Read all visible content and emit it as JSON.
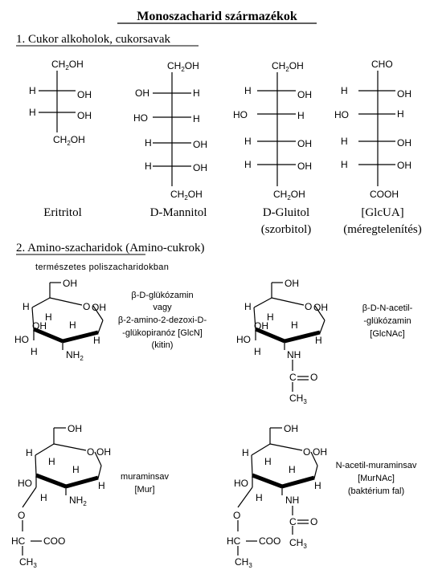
{
  "page_title": "Monoszacharid származékok",
  "section1": {
    "heading": "1. Cukor alkoholok, cukorsavak"
  },
  "section2": {
    "heading_underlined": "2. Amino-szacharidok",
    "heading_rest": " (Amino-cukrok)",
    "subtitle": "természetes poliszacharidokban"
  },
  "atoms": {
    "h": "H",
    "oh": "OH",
    "ho": "HO",
    "ch": "CH",
    "cho": "CHO",
    "cooh": "COOH",
    "sub2": "2",
    "sub3": "3",
    "nh": "NH",
    "o": "O",
    "c": "C",
    "coo": "COO",
    "hc": "HC"
  },
  "names": {
    "eritritol": "Eritritol",
    "mannitol": "D-Mannitol",
    "glucitol": "D-Gluitol",
    "glucitol2": "(szorbitol)",
    "glcua": "[GlcUA]",
    "glcua2": "(méregtelenítés)"
  },
  "captions": {
    "glcn": [
      "β-D-glükózamin",
      "vagy",
      "β-2-amino-2-dezoxi-D-",
      "-glükopiranóz [GlcN]",
      "(kitin)"
    ],
    "glcnac": [
      "β-D-N-acetil-",
      "-glükózamin",
      "[GlcNAc]"
    ],
    "mur": [
      "muraminsav",
      "[Mur]"
    ],
    "murnac": [
      "N-acetil-muraminsav",
      "[MurNAc]",
      "(baktérium fal)"
    ]
  }
}
